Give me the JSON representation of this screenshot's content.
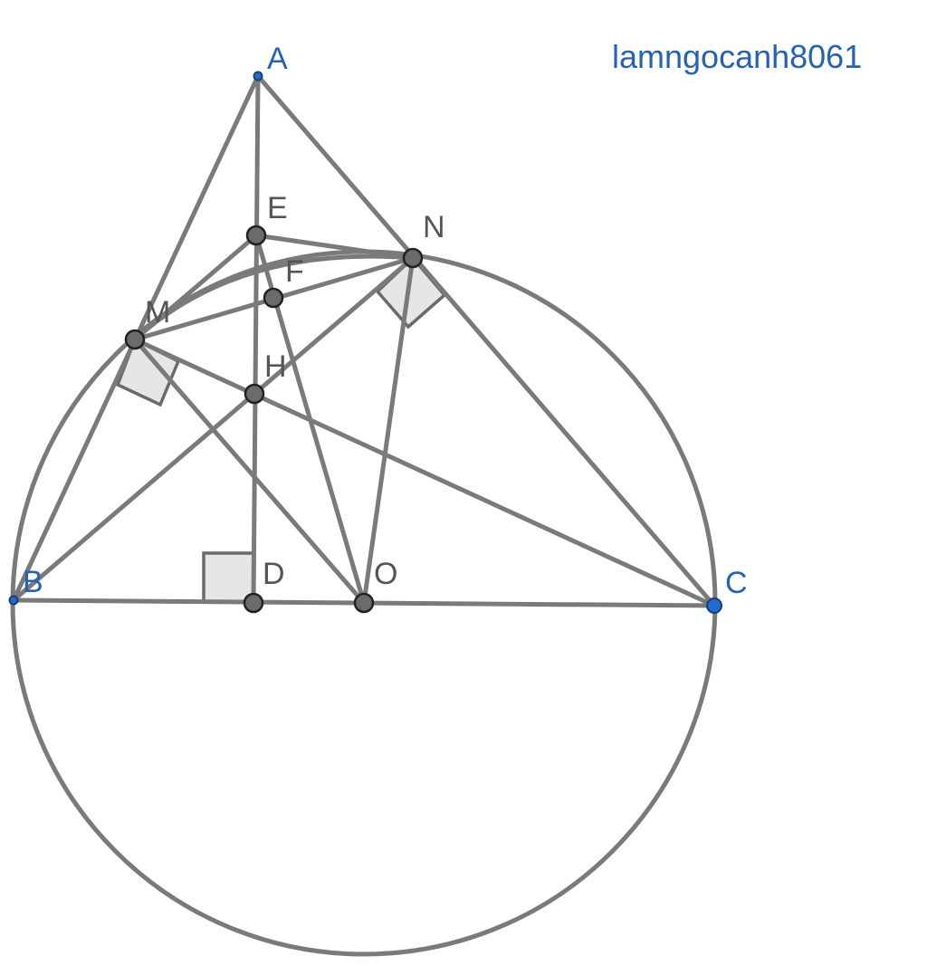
{
  "watermark": "lamngocanh8061",
  "labels": {
    "A": "A",
    "B": "B",
    "C": "C",
    "D": "D",
    "E": "E",
    "F": "F",
    "H": "H",
    "M": "M",
    "N": "N",
    "O": "O"
  },
  "colors": {
    "line": "#7a7a7a",
    "point_fill": "#6b6b6b",
    "base_point": "#1f6bd1",
    "label_gray": "#555555",
    "label_blue": "#2563b0",
    "right_angle_fill": "#e6e6e6"
  }
}
